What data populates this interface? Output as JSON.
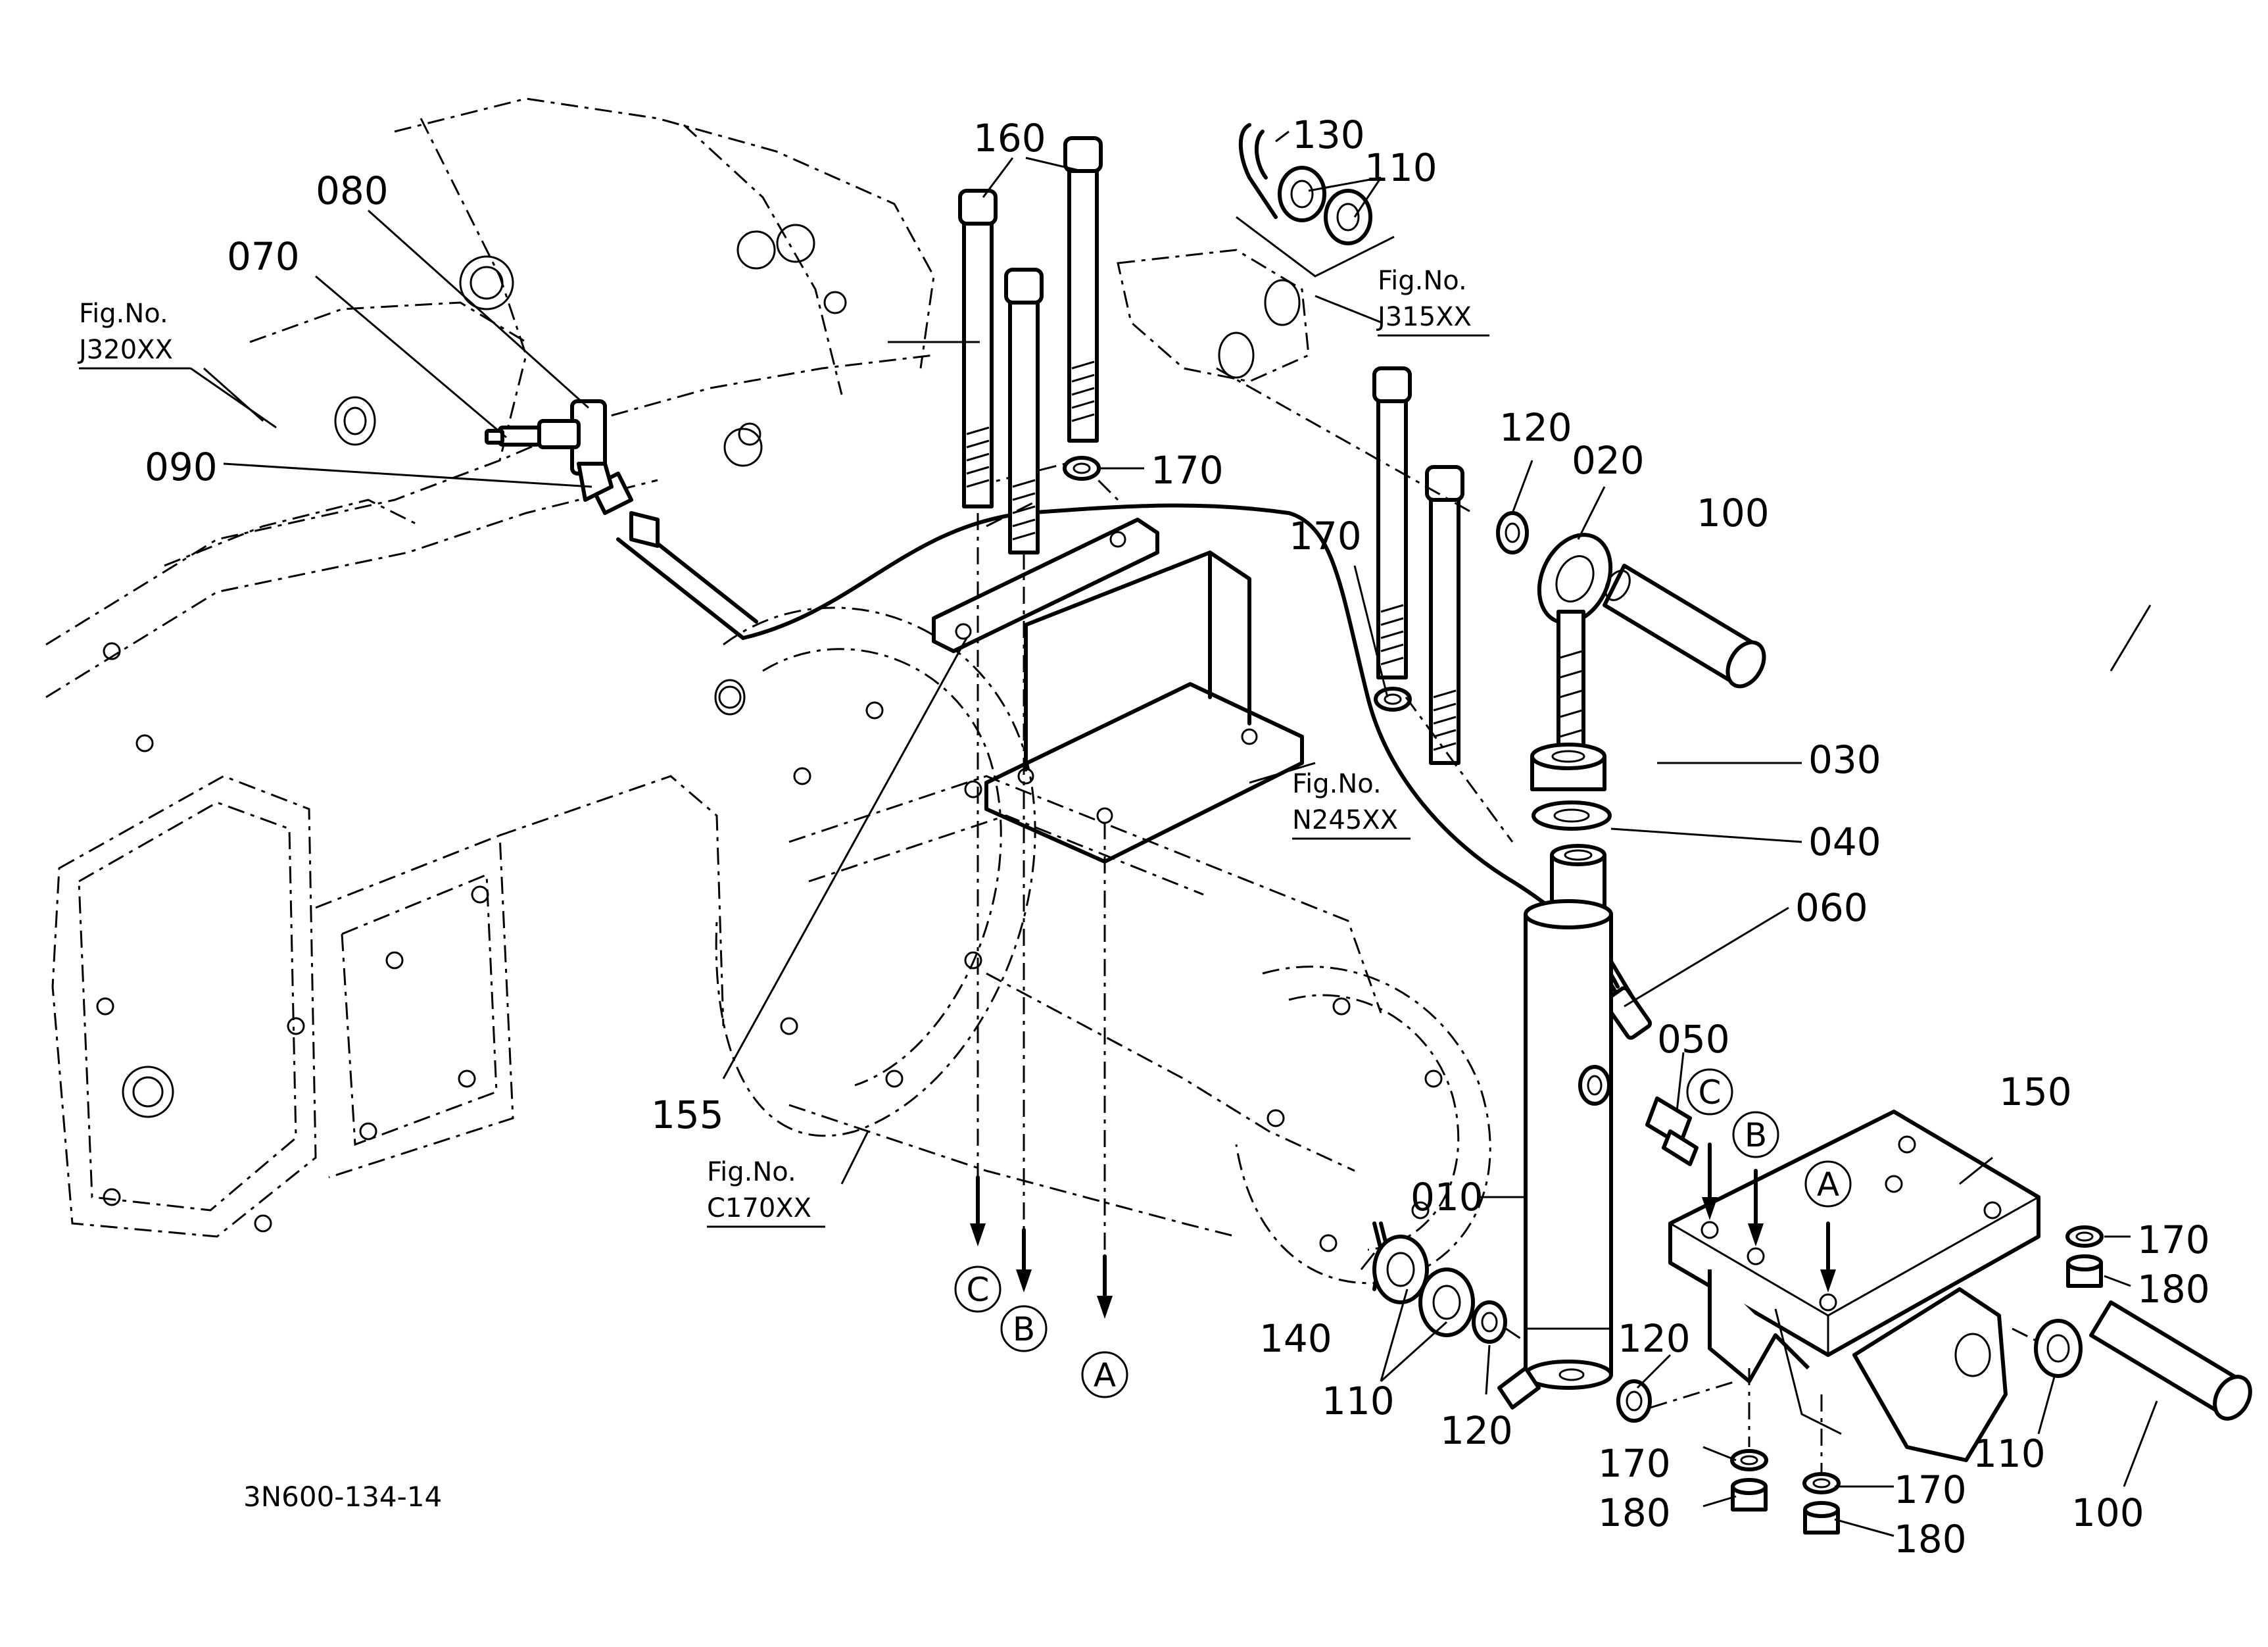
{
  "part_labels": [
    {
      "id": "p160",
      "text": "160"
    },
    {
      "id": "p130",
      "text": "130"
    },
    {
      "id": "p110a",
      "text": "110"
    },
    {
      "id": "p080",
      "text": "080"
    },
    {
      "id": "p070",
      "text": "070"
    },
    {
      "id": "p090",
      "text": "090"
    },
    {
      "id": "p170a",
      "text": "170"
    },
    {
      "id": "p170b",
      "text": "170"
    },
    {
      "id": "p120a",
      "text": "120"
    },
    {
      "id": "p020",
      "text": "020"
    },
    {
      "id": "p100a",
      "text": "100"
    },
    {
      "id": "p030",
      "text": "030"
    },
    {
      "id": "p040",
      "text": "040"
    },
    {
      "id": "p060",
      "text": "060"
    },
    {
      "id": "p050",
      "text": "050"
    },
    {
      "id": "p150",
      "text": "150"
    },
    {
      "id": "p155",
      "text": "155"
    },
    {
      "id": "p010",
      "text": "010"
    },
    {
      "id": "p140",
      "text": "140"
    },
    {
      "id": "p110b",
      "text": "110"
    },
    {
      "id": "p120b",
      "text": "120"
    },
    {
      "id": "p120c",
      "text": "120"
    },
    {
      "id": "p170c",
      "text": "170"
    },
    {
      "id": "p180a",
      "text": "180"
    },
    {
      "id": "p170d",
      "text": "170"
    },
    {
      "id": "p180b",
      "text": "180"
    },
    {
      "id": "p170e",
      "text": "170"
    },
    {
      "id": "p180c",
      "text": "180"
    },
    {
      "id": "p110c",
      "text": "110"
    },
    {
      "id": "p100b",
      "text": "100"
    }
  ],
  "fig_refs": {
    "j320": {
      "line1": "Fig.No.",
      "line2": "J320XX"
    },
    "j315": {
      "line1": "Fig.No.",
      "line2": "J315XX"
    },
    "n245": {
      "line1": "Fig.No.",
      "line2": "N245XX"
    },
    "c170": {
      "line1": "Fig.No.",
      "line2": "C170XX"
    }
  },
  "callouts": {
    "a": "A",
    "b": "B",
    "c": "C"
  },
  "drawing_number": "3N600-134-14"
}
